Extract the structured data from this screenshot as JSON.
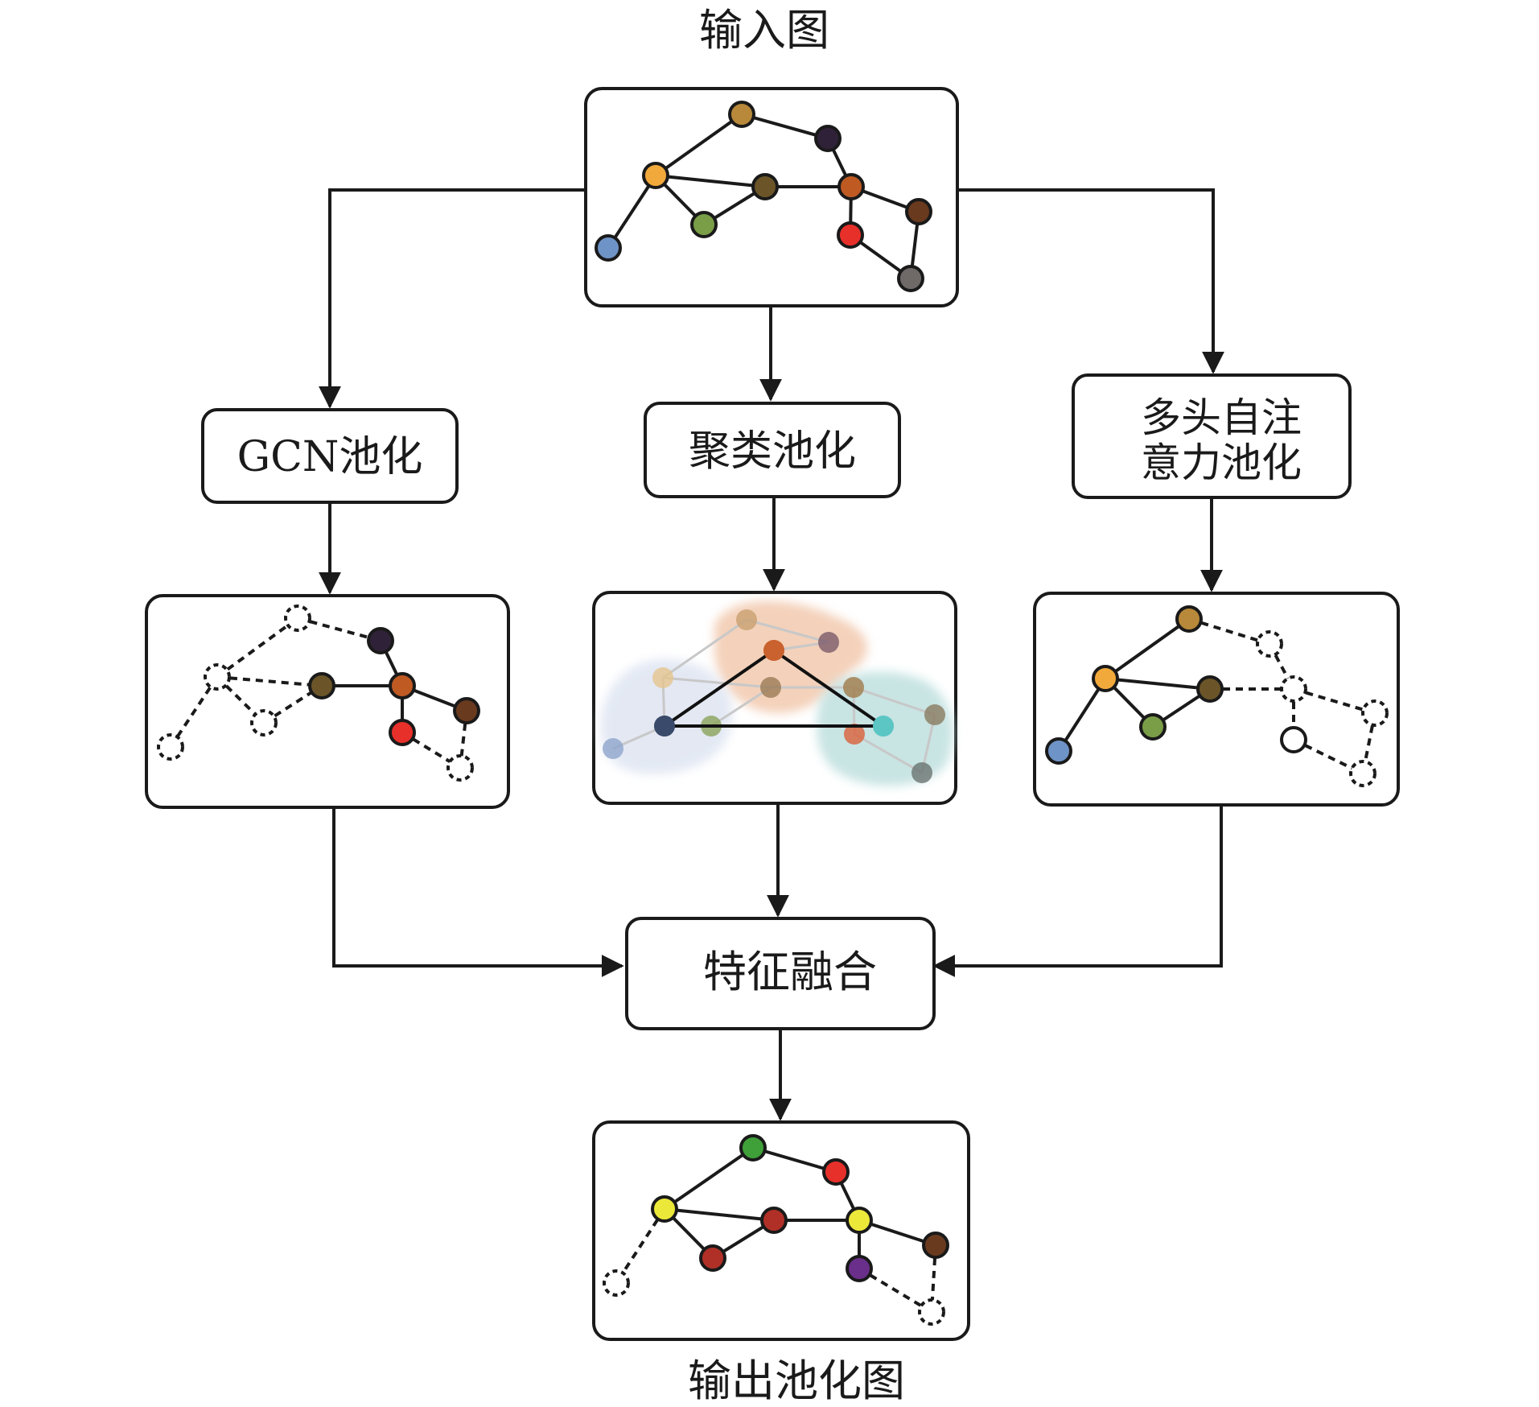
{
  "labels": {
    "input_graph": "输入图",
    "gcn_pooling": "GCN池化",
    "cluster_pooling": "聚类池化",
    "mhsa_pooling_line1": "多头自注",
    "mhsa_pooling_line2": "意力池化",
    "feature_fusion": "特征融合",
    "output_graph": "输出池化图"
  },
  "colors": {
    "stroke": "#1a1a1a",
    "cluster_orange": "#f2c9ae",
    "cluster_blue": "#dfe5f2",
    "cluster_teal": "#bfe0df"
  },
  "graphs": {
    "input": {
      "nodes": [
        {
          "id": "a",
          "color": "#b8893a",
          "style": "solid"
        },
        {
          "id": "b",
          "color": "#2f2238",
          "style": "solid"
        },
        {
          "id": "c",
          "color": "#f2a93b",
          "style": "solid"
        },
        {
          "id": "d",
          "color": "#6b5528",
          "style": "solid"
        },
        {
          "id": "e",
          "color": "#bf5a23",
          "style": "solid"
        },
        {
          "id": "f",
          "color": "#7a9e47",
          "style": "solid"
        },
        {
          "id": "g",
          "color": "#6e93c7",
          "style": "solid"
        },
        {
          "id": "h",
          "color": "#6a3a1e",
          "style": "solid"
        },
        {
          "id": "i",
          "color": "#e8302a",
          "style": "solid"
        },
        {
          "id": "j",
          "color": "#6f6a68",
          "style": "solid"
        }
      ],
      "edges": [
        {
          "s": "c",
          "t": "a",
          "style": "solid"
        },
        {
          "s": "a",
          "t": "b",
          "style": "solid"
        },
        {
          "s": "b",
          "t": "e",
          "style": "solid"
        },
        {
          "s": "c",
          "t": "d",
          "style": "solid"
        },
        {
          "s": "d",
          "t": "e",
          "style": "solid"
        },
        {
          "s": "c",
          "t": "f",
          "style": "solid"
        },
        {
          "s": "f",
          "t": "d",
          "style": "solid"
        },
        {
          "s": "c",
          "t": "g",
          "style": "solid"
        },
        {
          "s": "e",
          "t": "h",
          "style": "solid"
        },
        {
          "s": "e",
          "t": "i",
          "style": "solid"
        },
        {
          "s": "i",
          "t": "j",
          "style": "solid"
        },
        {
          "s": "h",
          "t": "j",
          "style": "solid"
        }
      ]
    },
    "gcn": {
      "nodes": [
        {
          "id": "a",
          "color": "#ffffff",
          "style": "dashed"
        },
        {
          "id": "b",
          "color": "#2f2238",
          "style": "solid"
        },
        {
          "id": "c",
          "color": "#ffffff",
          "style": "dashed"
        },
        {
          "id": "d",
          "color": "#6b5528",
          "style": "solid"
        },
        {
          "id": "e",
          "color": "#bf5a23",
          "style": "solid"
        },
        {
          "id": "f",
          "color": "#ffffff",
          "style": "dashed"
        },
        {
          "id": "g",
          "color": "#ffffff",
          "style": "dashed"
        },
        {
          "id": "h",
          "color": "#6a3a1e",
          "style": "solid"
        },
        {
          "id": "i",
          "color": "#e8302a",
          "style": "solid"
        },
        {
          "id": "j",
          "color": "#ffffff",
          "style": "dashed"
        }
      ],
      "edges": [
        {
          "s": "c",
          "t": "a",
          "style": "dashed"
        },
        {
          "s": "a",
          "t": "b",
          "style": "dashed"
        },
        {
          "s": "b",
          "t": "e",
          "style": "solid"
        },
        {
          "s": "c",
          "t": "d",
          "style": "dashed"
        },
        {
          "s": "d",
          "t": "e",
          "style": "solid"
        },
        {
          "s": "c",
          "t": "f",
          "style": "dashed"
        },
        {
          "s": "f",
          "t": "d",
          "style": "dashed"
        },
        {
          "s": "c",
          "t": "g",
          "style": "dashed"
        },
        {
          "s": "e",
          "t": "h",
          "style": "solid"
        },
        {
          "s": "e",
          "t": "i",
          "style": "solid"
        },
        {
          "s": "i",
          "t": "j",
          "style": "dashed"
        },
        {
          "s": "h",
          "t": "j",
          "style": "dashed"
        }
      ]
    },
    "mhsa": {
      "nodes": [
        {
          "id": "a",
          "color": "#b8893a",
          "style": "solid"
        },
        {
          "id": "b",
          "color": "#ffffff",
          "style": "dashed"
        },
        {
          "id": "c",
          "color": "#f2a93b",
          "style": "solid"
        },
        {
          "id": "d",
          "color": "#6b5528",
          "style": "solid"
        },
        {
          "id": "e",
          "color": "#ffffff",
          "style": "dashed"
        },
        {
          "id": "f",
          "color": "#7a9e47",
          "style": "solid"
        },
        {
          "id": "g",
          "color": "#6e93c7",
          "style": "solid"
        },
        {
          "id": "h",
          "color": "#ffffff",
          "style": "dashed"
        },
        {
          "id": "i",
          "color": "#ffffff",
          "style": "solid"
        },
        {
          "id": "j",
          "color": "#ffffff",
          "style": "dashed"
        }
      ],
      "edges": [
        {
          "s": "c",
          "t": "a",
          "style": "solid"
        },
        {
          "s": "a",
          "t": "b",
          "style": "dashed"
        },
        {
          "s": "b",
          "t": "e",
          "style": "dashed"
        },
        {
          "s": "c",
          "t": "d",
          "style": "solid"
        },
        {
          "s": "d",
          "t": "e",
          "style": "dashed"
        },
        {
          "s": "c",
          "t": "f",
          "style": "solid"
        },
        {
          "s": "f",
          "t": "d",
          "style": "solid"
        },
        {
          "s": "c",
          "t": "g",
          "style": "solid"
        },
        {
          "s": "e",
          "t": "h",
          "style": "dashed"
        },
        {
          "s": "e",
          "t": "i",
          "style": "dashed"
        },
        {
          "s": "i",
          "t": "j",
          "style": "dashed"
        },
        {
          "s": "h",
          "t": "j",
          "style": "dashed"
        }
      ]
    },
    "output": {
      "nodes": [
        {
          "id": "a",
          "color": "#3fa03a",
          "style": "solid"
        },
        {
          "id": "b",
          "color": "#e8302a",
          "style": "solid"
        },
        {
          "id": "c",
          "color": "#ece83a",
          "style": "solid"
        },
        {
          "id": "d",
          "color": "#b03027",
          "style": "solid"
        },
        {
          "id": "e",
          "color": "#ece83a",
          "style": "solid"
        },
        {
          "id": "f",
          "color": "#b03027",
          "style": "solid"
        },
        {
          "id": "g",
          "color": "#ffffff",
          "style": "dashed"
        },
        {
          "id": "h",
          "color": "#6a3a1e",
          "style": "solid"
        },
        {
          "id": "i",
          "color": "#6a2f8a",
          "style": "solid"
        },
        {
          "id": "j",
          "color": "#ffffff",
          "style": "dashed"
        }
      ],
      "edges": [
        {
          "s": "c",
          "t": "a",
          "style": "solid"
        },
        {
          "s": "a",
          "t": "b",
          "style": "solid"
        },
        {
          "s": "b",
          "t": "e",
          "style": "solid"
        },
        {
          "s": "c",
          "t": "d",
          "style": "solid"
        },
        {
          "s": "d",
          "t": "e",
          "style": "solid"
        },
        {
          "s": "c",
          "t": "f",
          "style": "solid"
        },
        {
          "s": "f",
          "t": "d",
          "style": "solid"
        },
        {
          "s": "c",
          "t": "g",
          "style": "dashed"
        },
        {
          "s": "e",
          "t": "h",
          "style": "solid"
        },
        {
          "s": "e",
          "t": "i",
          "style": "solid"
        },
        {
          "s": "i",
          "t": "j",
          "style": "dashed"
        },
        {
          "s": "h",
          "t": "j",
          "style": "dashed"
        }
      ]
    },
    "cluster": {
      "nodes": [
        {
          "id": "o1",
          "color": "#c9a070"
        },
        {
          "id": "o2",
          "color": "#7a5a6a"
        },
        {
          "id": "o3",
          "color": "#c9622e"
        },
        {
          "id": "o4",
          "color": "#9a7a55"
        },
        {
          "id": "o5",
          "color": "#a07a4a"
        },
        {
          "id": "b1",
          "color": "#e6c48e"
        },
        {
          "id": "b2",
          "color": "#3a4a6a"
        },
        {
          "id": "b3",
          "color": "#8aa35a"
        },
        {
          "id": "b4",
          "color": "#8fa5cc"
        },
        {
          "id": "t1",
          "color": "#5bc6c4"
        },
        {
          "id": "t2",
          "color": "#d9603a"
        },
        {
          "id": "t3",
          "color": "#8a7a60"
        },
        {
          "id": "t4",
          "color": "#6a7470"
        }
      ],
      "faded_edges": [
        [
          "o1",
          "o2"
        ],
        [
          "o1",
          "b1"
        ],
        [
          "b1",
          "b2"
        ],
        [
          "b1",
          "o4"
        ],
        [
          "b2",
          "b3"
        ],
        [
          "b3",
          "o4"
        ],
        [
          "b2",
          "b4"
        ],
        [
          "o4",
          "o5"
        ],
        [
          "o5",
          "t2"
        ],
        [
          "o3",
          "o2"
        ],
        [
          "o5",
          "t3"
        ],
        [
          "t3",
          "t4"
        ],
        [
          "t2",
          "t4"
        ]
      ],
      "super_edges": [
        [
          "o3",
          "b2"
        ],
        [
          "o3",
          "t1"
        ],
        [
          "b2",
          "t1"
        ]
      ]
    }
  }
}
